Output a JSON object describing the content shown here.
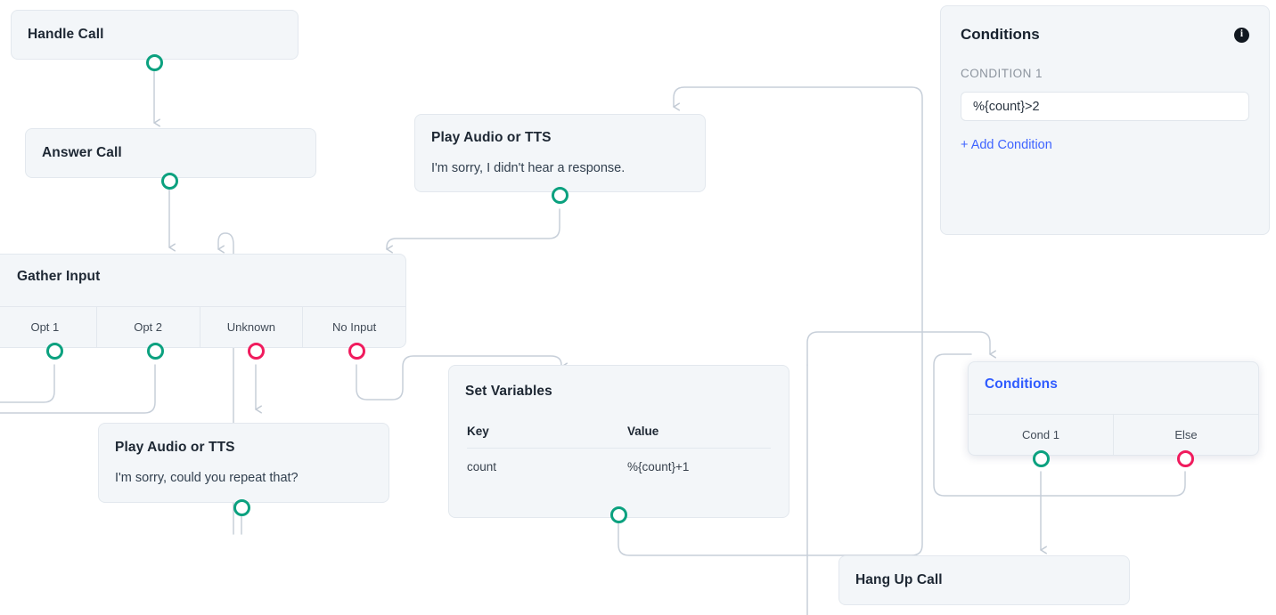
{
  "canvas": {
    "background": "#ffffff",
    "edge_color": "#c7cfd9",
    "node_bg": "#f3f6f9",
    "node_border": "#e3e8ee",
    "port_success_color": "#0ba17f",
    "port_error_color": "#f01b5d",
    "accent_color": "#2f5bff",
    "link_color": "#3f64ff"
  },
  "nodes": {
    "handle_call": {
      "title": "Handle Call"
    },
    "answer_call": {
      "title": "Answer Call"
    },
    "gather_input": {
      "title": "Gather Input",
      "ports": [
        {
          "label": "Opt 1",
          "type": "success"
        },
        {
          "label": "Opt 2",
          "type": "success"
        },
        {
          "label": "Unknown",
          "type": "error"
        },
        {
          "label": "No Input",
          "type": "error"
        }
      ]
    },
    "play_audio_no_response": {
      "title": "Play Audio or TTS",
      "text": "I'm sorry, I didn't hear a response."
    },
    "play_audio_repeat": {
      "title": "Play Audio or TTS",
      "text": "I'm sorry, could you repeat that?"
    },
    "set_variables": {
      "title": "Set Variables",
      "columns": [
        "Key",
        "Value"
      ],
      "rows": [
        {
          "key": "count",
          "value": "%{count}+1"
        }
      ]
    },
    "conditions_node": {
      "title": "Conditions",
      "ports": [
        {
          "label": "Cond 1",
          "type": "success"
        },
        {
          "label": "Else",
          "type": "error"
        }
      ]
    },
    "hang_up_call": {
      "title": "Hang Up Call"
    }
  },
  "panel": {
    "title": "Conditions",
    "info_glyph": "i",
    "condition_label": "CONDITION 1",
    "condition_value": "%{count}>2",
    "add_condition_label": "+ Add Condition"
  }
}
